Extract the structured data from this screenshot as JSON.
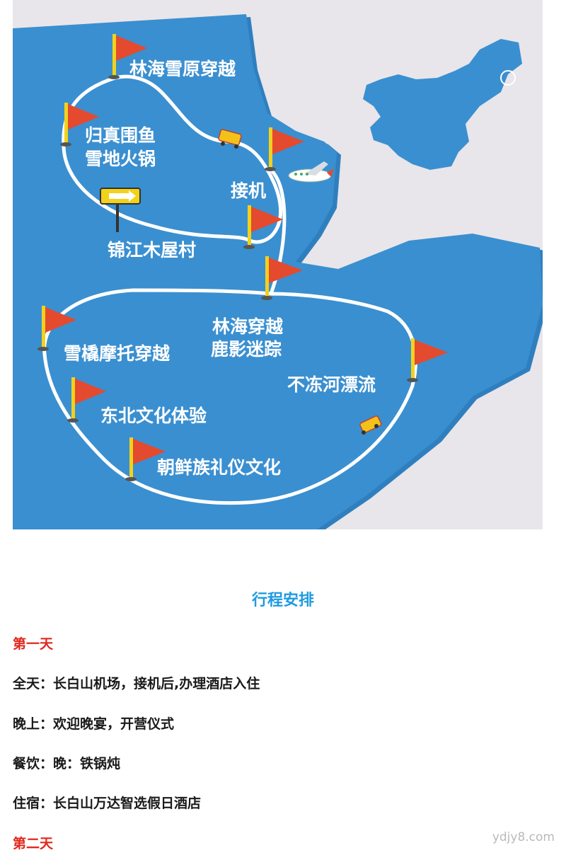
{
  "map": {
    "labels": [
      "林海雪原穿越",
      "归真围鱼",
      "雪地火锅",
      "接机",
      "锦江木屋村",
      "林海穿越",
      "鹿影迷踪",
      "雪橇摩托穿越",
      "不冻河漂流",
      "东北文化体验",
      "朝鲜族礼仪文化"
    ],
    "colors": {
      "sea": "#3a8fd0",
      "land": "#e8e6ea",
      "flag": "#e44a2e",
      "pole": "#f2d21a",
      "route": "#ffffff"
    }
  },
  "itinerary": {
    "title": "行程安排",
    "day1": {
      "heading": "第一天",
      "lines": [
        "全天：长白山机场，接机后,办理酒店入住",
        "晚上：欢迎晚宴，开营仪式",
        "餐饮：晚：铁锅炖",
        "住宿：长白山万达智选假日酒店"
      ]
    },
    "day2": {
      "heading": "第二天"
    }
  },
  "watermark": "ydjy8.com"
}
